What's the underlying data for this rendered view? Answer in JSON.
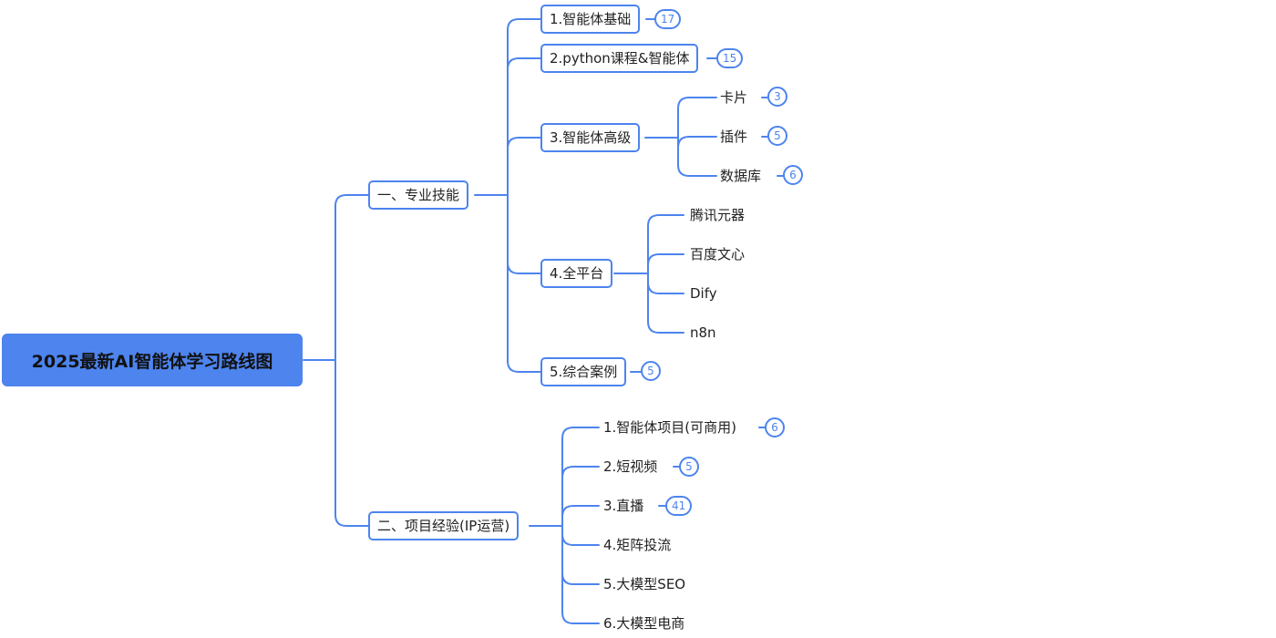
{
  "mindmap": {
    "root": "2025最新AI智能体学习路线图",
    "branch1": {
      "label": "一、专业技能",
      "items": [
        {
          "label": "1.智能体基础",
          "count": "17"
        },
        {
          "label": "2.python课程&智能体",
          "count": "15"
        },
        {
          "label": "3.智能体高级",
          "children": [
            {
              "label": "卡片",
              "count": "3"
            },
            {
              "label": "插件",
              "count": "5"
            },
            {
              "label": "数据库",
              "count": "6"
            }
          ]
        },
        {
          "label": "4.全平台",
          "children": [
            {
              "label": "腾讯元器"
            },
            {
              "label": "百度文心"
            },
            {
              "label": "Dify"
            },
            {
              "label": "n8n"
            }
          ]
        },
        {
          "label": "5.综合案例",
          "count": "5"
        }
      ]
    },
    "branch2": {
      "label": "二、项目经验(IP运营)",
      "items": [
        {
          "label": "1.智能体项目(可商用)",
          "count": "6"
        },
        {
          "label": "2.短视频",
          "count": "5"
        },
        {
          "label": "3.直播",
          "count": "41"
        },
        {
          "label": "4.矩阵投流"
        },
        {
          "label": "5.大模型SEO"
        },
        {
          "label": "6.大模型电商"
        }
      ]
    }
  },
  "colors": {
    "accent": "#4d84ee",
    "text": "#222222",
    "background": "#ffffff"
  }
}
